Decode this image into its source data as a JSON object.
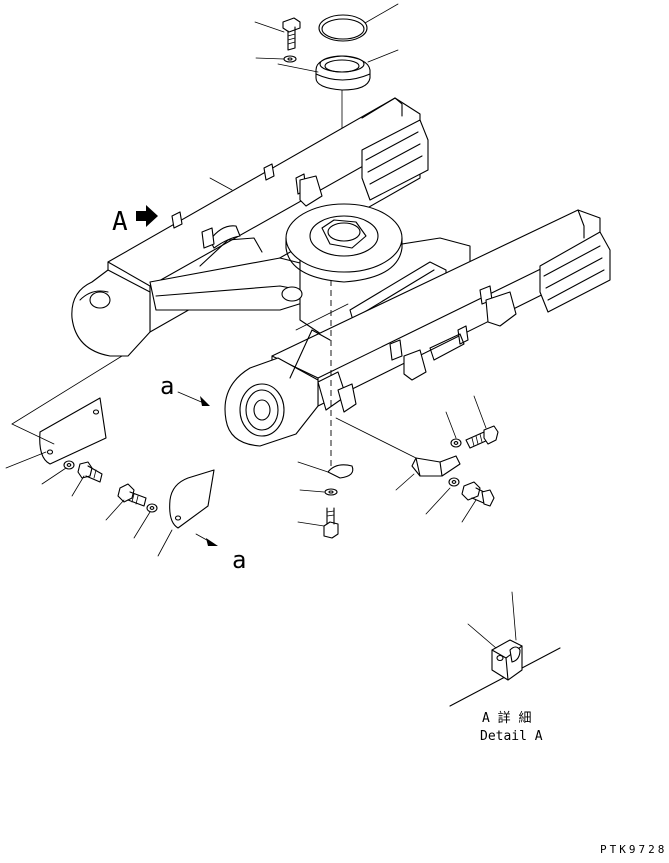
{
  "labels": {
    "view_a": "A",
    "arrow_a_left": "a",
    "arrow_a_bottom": "a",
    "detail_title": "A 詳 細",
    "detail_sub": "Detail A",
    "drawing_code": "PTK9728"
  },
  "colors": {
    "ink": "#000000",
    "paper": "#ffffff"
  },
  "icons": {
    "view_arrow": "bold-arrow-right-icon",
    "dir_arrow": "arrow-icon"
  }
}
